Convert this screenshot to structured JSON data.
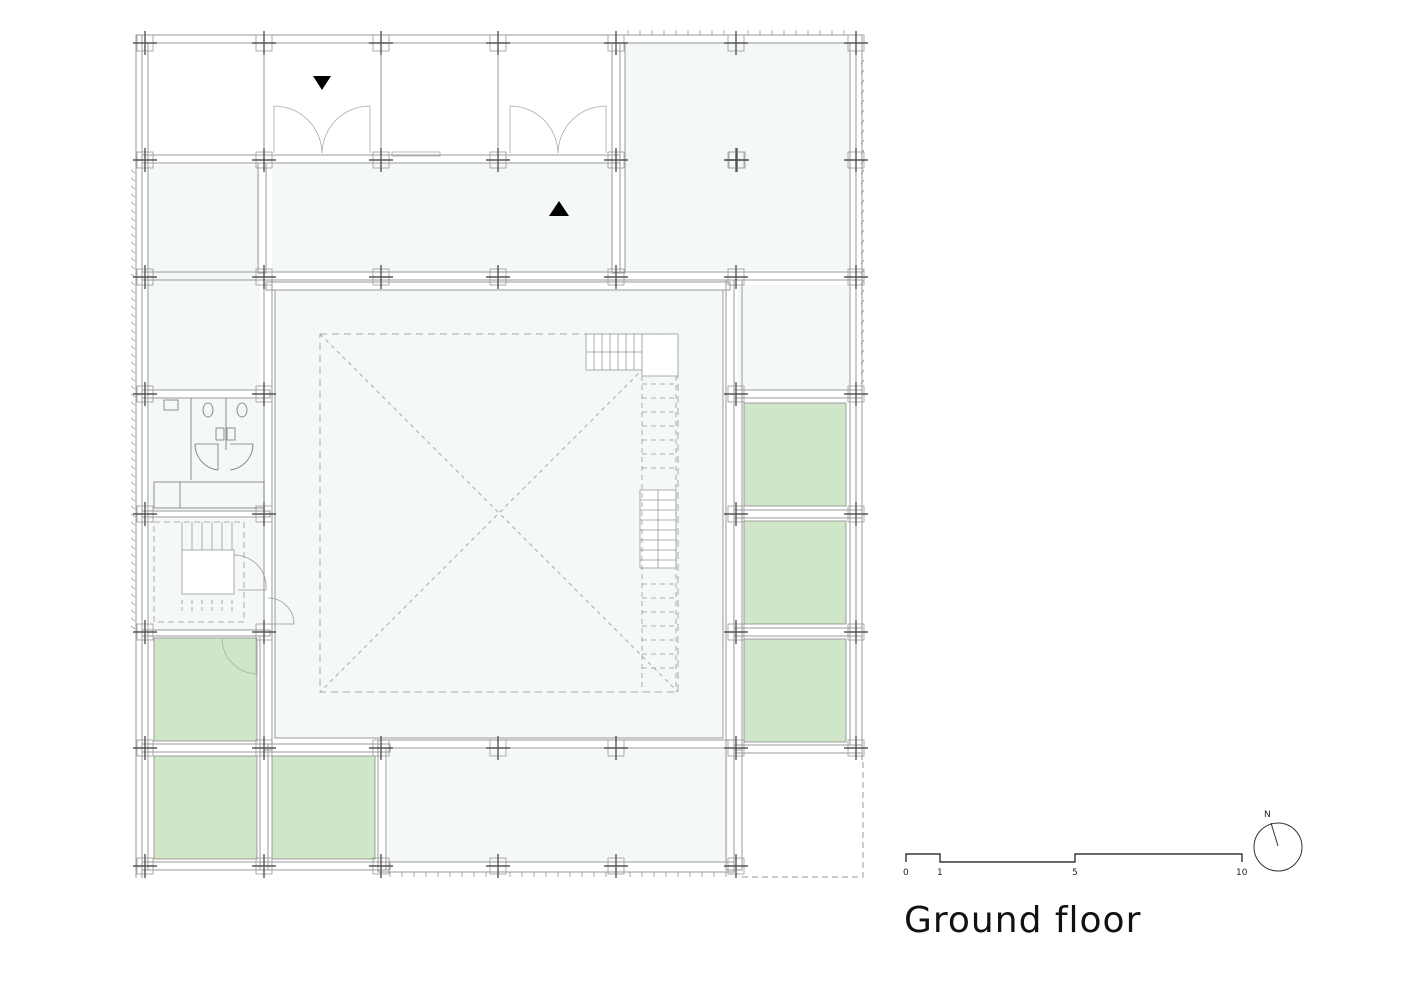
{
  "drawing": {
    "title": "Ground floor",
    "type": "architectural floor plan",
    "colors": {
      "interior_floor": "#f4f8f8",
      "green_rooms": "#d0e6c9",
      "wall_line": "#9a9a9a",
      "structure_line": "#555555",
      "background": "#ffffff",
      "ink": "#111111"
    }
  },
  "scale_bar": {
    "ticks": [
      "0",
      "1",
      "5",
      "10"
    ]
  },
  "north_arrow": {
    "label": "N"
  },
  "entrance_markers": [
    {
      "direction": "down",
      "label": "entrance-in"
    },
    {
      "direction": "up",
      "label": "entrance-arrow"
    }
  ],
  "rooms": [
    {
      "id": "north-porch-west"
    },
    {
      "id": "north-porch-entry-1"
    },
    {
      "id": "north-porch-mid"
    },
    {
      "id": "north-porch-entry-2"
    },
    {
      "id": "northeast-hall"
    },
    {
      "id": "west-room"
    },
    {
      "id": "foyer"
    },
    {
      "id": "east-room"
    },
    {
      "id": "central-atrium"
    },
    {
      "id": "restrooms"
    },
    {
      "id": "stair-core"
    },
    {
      "id": "green-room-east-1"
    },
    {
      "id": "green-room-east-2"
    },
    {
      "id": "green-room-east-3"
    },
    {
      "id": "green-room-west-1"
    },
    {
      "id": "green-room-west-2"
    },
    {
      "id": "green-room-south-1"
    },
    {
      "id": "south-hall"
    },
    {
      "id": "southeast-void"
    }
  ]
}
